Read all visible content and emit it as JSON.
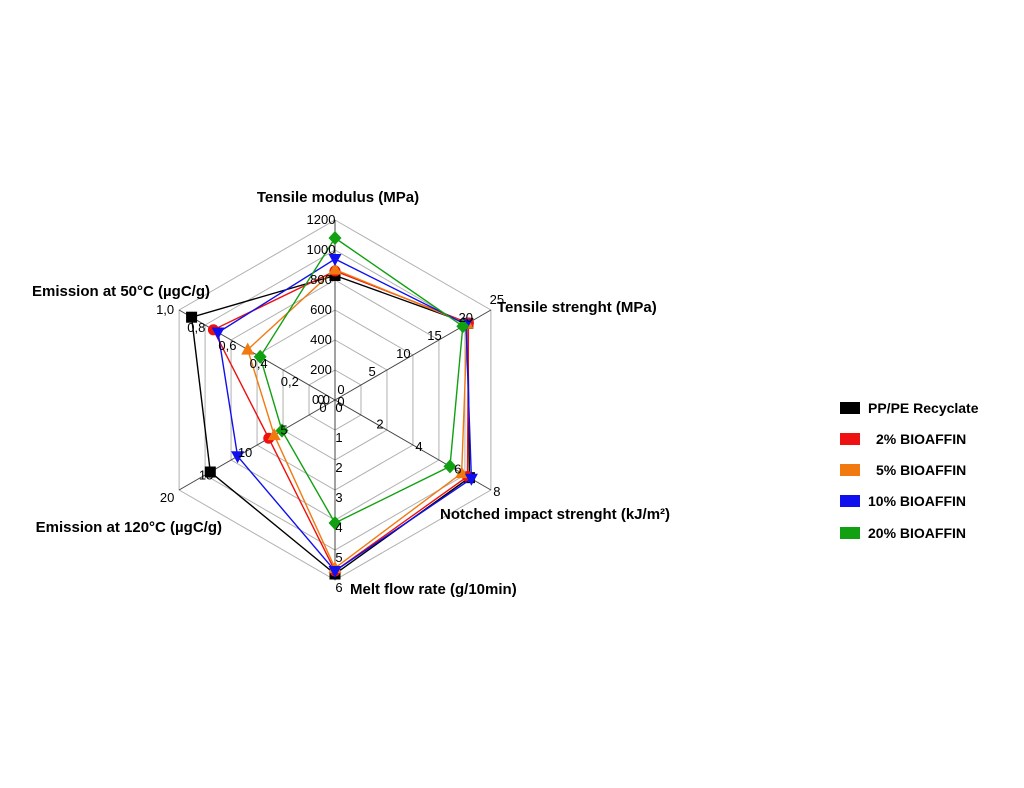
{
  "colors": {
    "pp_pe": "#000000",
    "bio2": "#ee1111",
    "bio5": "#f07a10",
    "bio10": "#1010ee",
    "bio20": "#11a011"
  },
  "chart_data": {
    "type": "radar",
    "axes": [
      {
        "label": "Tensile modulus (MPa)",
        "min": 0,
        "max": 1200,
        "ticks": [
          "0",
          "200",
          "400",
          "600",
          "800",
          "1000",
          "1200"
        ]
      },
      {
        "label": "Tensile strenght (MPa)",
        "min": 0,
        "max": 25,
        "ticks": [
          "0",
          "5",
          "10",
          "15",
          "20",
          "25"
        ]
      },
      {
        "label": "Notched impact strenght (kJ/m²)",
        "min": 0,
        "max": 8,
        "ticks": [
          "0",
          "2",
          "4",
          "6",
          "8"
        ]
      },
      {
        "label": "Melt flow rate (g/10min)",
        "min": 0,
        "max": 6,
        "ticks": [
          "0",
          "1",
          "2",
          "3",
          "4",
          "5",
          "6"
        ]
      },
      {
        "label": "Emission at 120°C (µgC/g)",
        "min": 0,
        "max": 20,
        "ticks": [
          "0",
          "5",
          "10",
          "15",
          "20"
        ]
      },
      {
        "label": "Emission at 50°C (µgC/g)",
        "min": 0,
        "max": 1.0,
        "ticks": [
          "0,0",
          "0,2",
          "0,4",
          "0,6",
          "0,8",
          "1,0"
        ]
      }
    ],
    "series": [
      {
        "name": "PP/PE Recyclate",
        "color": "#000000",
        "marker": "square",
        "values": [
          830,
          21.3,
          6.9,
          5.8,
          16.0,
          0.92
        ]
      },
      {
        "name": "2% BIOAFFIN",
        "color": "#ee1111",
        "marker": "circle",
        "values": [
          860,
          21.4,
          6.8,
          5.7,
          8.5,
          0.78
        ]
      },
      {
        "name": "5% BIOAFFIN",
        "color": "#f07a10",
        "marker": "triangle",
        "values": [
          870,
          21.2,
          6.5,
          5.6,
          7.8,
          0.56
        ]
      },
      {
        "name": "10% BIOAFFIN",
        "color": "#1010ee",
        "marker": "triangle-down",
        "values": [
          940,
          21.0,
          7.0,
          5.7,
          12.5,
          0.75
        ]
      },
      {
        "name": "20% BIOAFFIN",
        "color": "#11a011",
        "marker": "diamond",
        "values": [
          1080,
          20.5,
          5.9,
          4.1,
          6.8,
          0.48
        ]
      }
    ],
    "legend": "right",
    "grid": true
  }
}
